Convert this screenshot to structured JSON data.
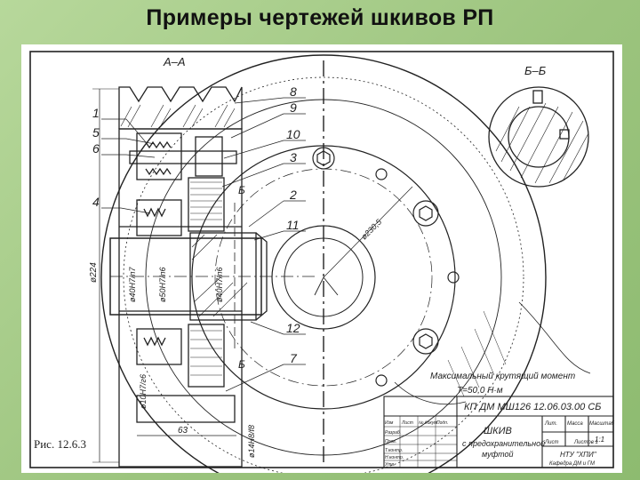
{
  "slide": {
    "title": "Примеры чертежей шкивов РП",
    "caption": "Рис. 12.6.3"
  },
  "drawing": {
    "section_aa": "А–А",
    "section_bb": "Б–Б",
    "section_mark_b": "Б",
    "callouts": [
      "1",
      "5",
      "6",
      "4",
      "8",
      "9",
      "10",
      "3",
      "2",
      "11",
      "12",
      "7"
    ],
    "dimensions": {
      "outer_diameter": "ø224",
      "bolt_circle": "ø230,5",
      "bore_left": "ø40Н7/п7",
      "bore_mid": "ø50Н7/п6",
      "bore_right": "ø40Н7/п6",
      "pin_fit": "ø10Н7/г6",
      "bottom_fit": "ø14Н8/f8",
      "width": "63"
    },
    "note_line1": "Максимальный крутящий момент",
    "note_line2": "Т=50,0 Н·м"
  },
  "title_block": {
    "designation": "КП ДМ МШ126 12.06.03.00 СБ",
    "name_line1": "ШКИВ",
    "name_line2": "с предохранительной",
    "name_line3": "муфтой",
    "header_lit": "Лит.",
    "header_mass": "Масса",
    "header_scale": "Масштаб",
    "scale_value": "1:1",
    "sheet": "Лист",
    "sheets": "Листов 1",
    "org_line1": "НТУ \"ХПИ\"",
    "org_line2": "Кафедра ДМ и ГМ",
    "col_labels": [
      "Изм",
      "Лист",
      "№ докум.",
      "Подп.",
      "Дата"
    ],
    "row_labels": [
      "Разраб.",
      "Пров.",
      "Т.контр.",
      "Н.контр.",
      "Утв."
    ]
  }
}
